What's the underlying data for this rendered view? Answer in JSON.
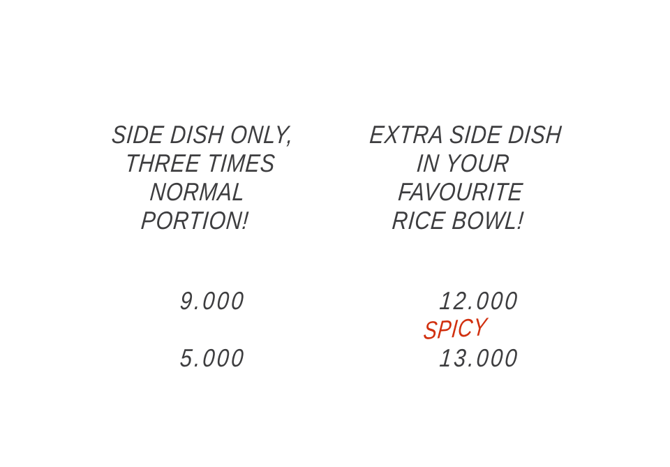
{
  "left_item": {
    "description_lines": [
      "Side dish only,",
      "three times",
      "normal portion!"
    ],
    "prices": [
      "9.000",
      "5.000"
    ]
  },
  "right_item": {
    "description_lines": [
      "Extra side dish",
      "in your favourite",
      "rice bowl!"
    ],
    "prices": [
      "12.000",
      "13.000"
    ],
    "spicy_label": "Spicy"
  },
  "colors": {
    "text": "#3d3d3f",
    "accent": "#d1300f",
    "background": "#ffffff"
  }
}
